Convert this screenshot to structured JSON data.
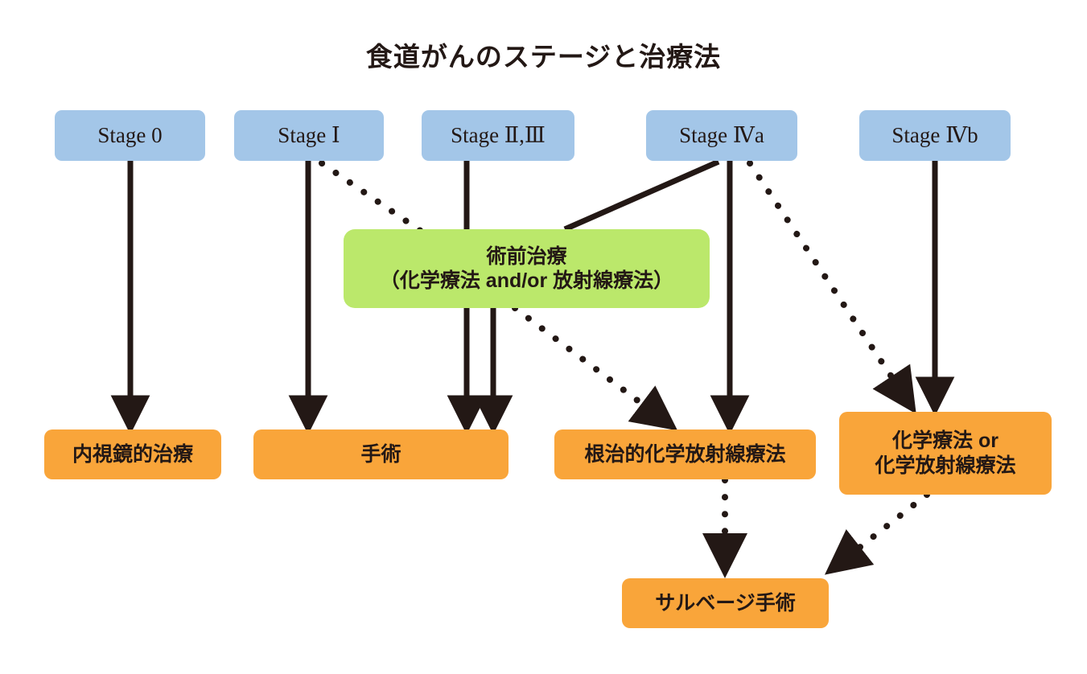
{
  "diagram": {
    "title": "食道がんのステージと治療法",
    "colors": {
      "stage_box": "#a3c6e8",
      "pretreatment_box": "#bbe86b",
      "treatment_box": "#f9a53a",
      "edge": "#231815",
      "text": "#231815",
      "background": "#ffffff"
    },
    "stages": [
      {
        "id": "stage0",
        "label": "Stage 0"
      },
      {
        "id": "stage1",
        "label": "Stage Ⅰ"
      },
      {
        "id": "stage23",
        "label": "Stage Ⅱ,Ⅲ"
      },
      {
        "id": "stage4a",
        "label": "Stage Ⅳa"
      },
      {
        "id": "stage4b",
        "label": "Stage Ⅳb"
      }
    ],
    "pretreatment": {
      "id": "pretreatment",
      "line1": "術前治療",
      "line2": "（化学療法 and/or 放射線療法）"
    },
    "treatments": [
      {
        "id": "endoscopic",
        "line1": "内視鏡的治療",
        "line2": ""
      },
      {
        "id": "surgery",
        "line1": "手術",
        "line2": ""
      },
      {
        "id": "definitivecrt",
        "line1": "根治的化学放射線療法",
        "line2": ""
      },
      {
        "id": "chemo",
        "line1": "化学療法 or",
        "line2": "化学放射線療法"
      },
      {
        "id": "salvage",
        "line1": "サルベージ手術",
        "line2": ""
      }
    ],
    "edges": [
      {
        "from": "stage0",
        "to": "endoscopic",
        "style": "solid"
      },
      {
        "from": "stage1",
        "to": "surgery",
        "style": "solid"
      },
      {
        "from": "stage1",
        "to": "pretreatment",
        "style": "dotted"
      },
      {
        "from": "stage23",
        "to": "surgery",
        "style": "solid"
      },
      {
        "from": "stage4a",
        "to": "pretreatment",
        "style": "solid"
      },
      {
        "from": "stage4a",
        "to": "definitivecrt",
        "style": "solid"
      },
      {
        "from": "stage4a",
        "to": "chemo",
        "style": "dotted"
      },
      {
        "from": "stage4b",
        "to": "chemo",
        "style": "solid"
      },
      {
        "from": "pretreatment",
        "to": "surgery",
        "style": "solid"
      },
      {
        "from": "pretreatment",
        "to": "definitivecrt",
        "style": "dotted"
      },
      {
        "from": "definitivecrt",
        "to": "salvage",
        "style": "dotted"
      },
      {
        "from": "chemo",
        "to": "salvage",
        "style": "dotted"
      }
    ]
  }
}
